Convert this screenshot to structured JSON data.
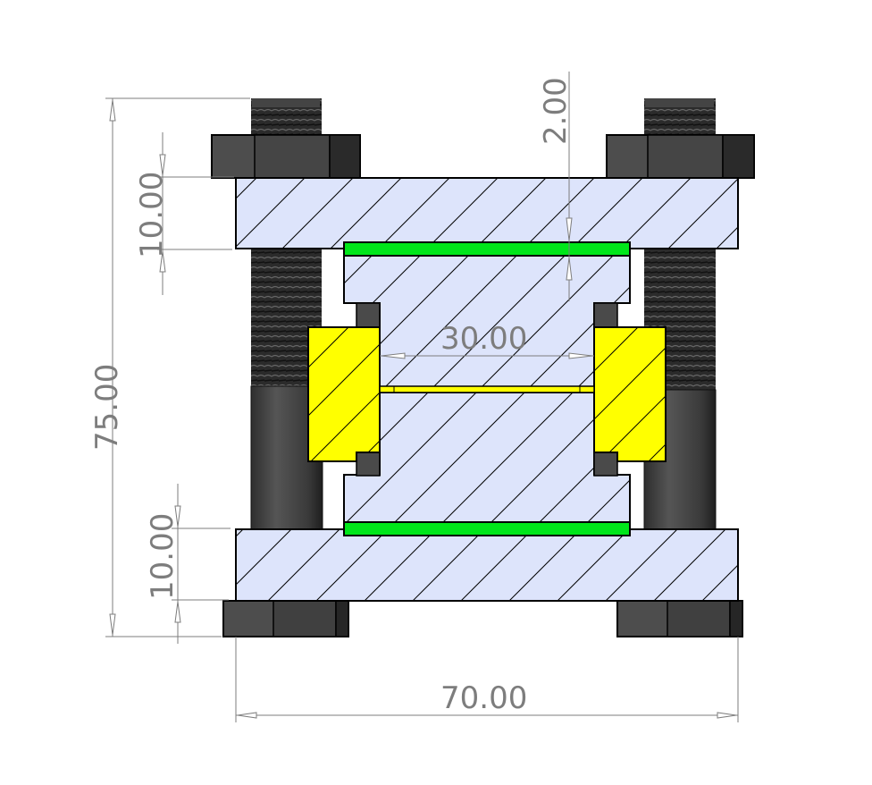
{
  "drawing": {
    "type": "section-view",
    "subject": "bolted clamp fixture assembly",
    "colors": {
      "section_fill": "#dde4fb",
      "hatch": "#000000",
      "gasket_green": "#00e61a",
      "specimen_yellow": "#ffff00",
      "bolt_dark": "#3c3c3c",
      "nut_dark": "#4a4a4a",
      "dimension_gray": "#7d7d7d"
    },
    "dimensions": {
      "overall_width": "70.00",
      "overall_height": "75.00",
      "top_plate_thickness": "10.00",
      "bottom_plate_thickness": "10.00",
      "gap_width": "30.00",
      "gasket_offset": "2.00"
    }
  }
}
